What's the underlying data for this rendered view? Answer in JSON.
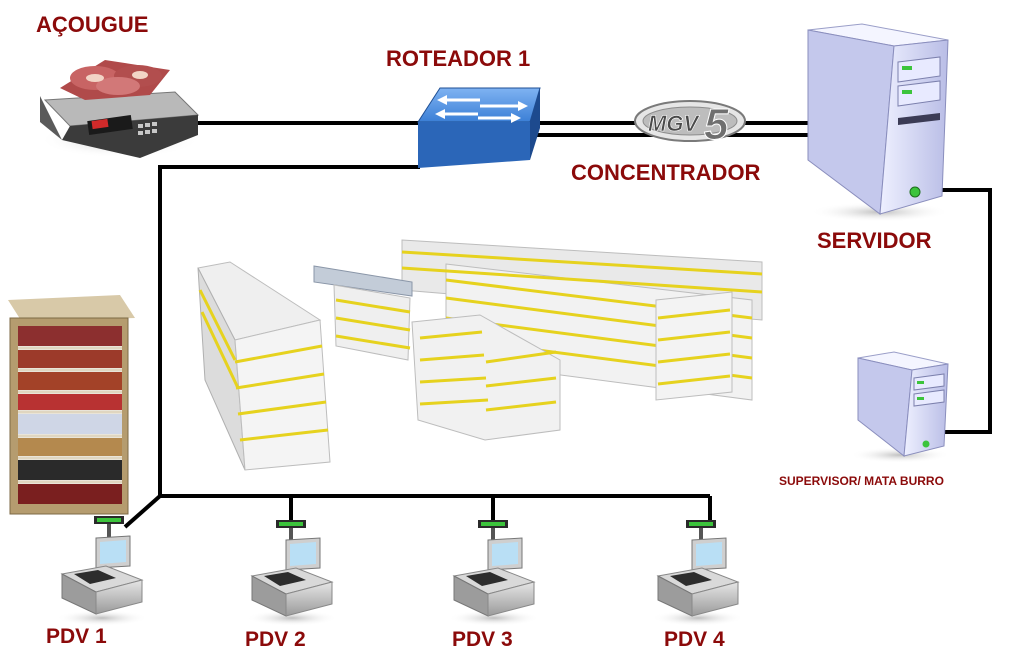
{
  "diagram": {
    "labels": {
      "acougue": "AÇOUGUE",
      "roteador": "ROTEADOR 1",
      "concentrador": "CONCENTRADOR",
      "servidor": "SERVIDOR",
      "supervisor": "SUPERVISOR/ MATA BURRO",
      "pdv1": "PDV 1",
      "pdv2": "PDV 2",
      "pdv3": "PDV 3",
      "pdv4": "PDV 4"
    },
    "logo_text": "MGV5",
    "colors": {
      "label": "#8b0a0a",
      "cable": "#000000",
      "router": "#2f6fc2",
      "server": "#d6d8f0",
      "shelf_trim": "#e8d21a"
    },
    "icons": {
      "scale": "meat-scale-icon",
      "router": "router-icon",
      "hub": "mgv5-logo",
      "server": "server-tower-icon",
      "supervisor": "workstation-tower-icon",
      "fridge": "beverage-cooler-icon",
      "pdv": "pos-terminal-icon",
      "shelves": "store-shelves-illustration"
    }
  }
}
